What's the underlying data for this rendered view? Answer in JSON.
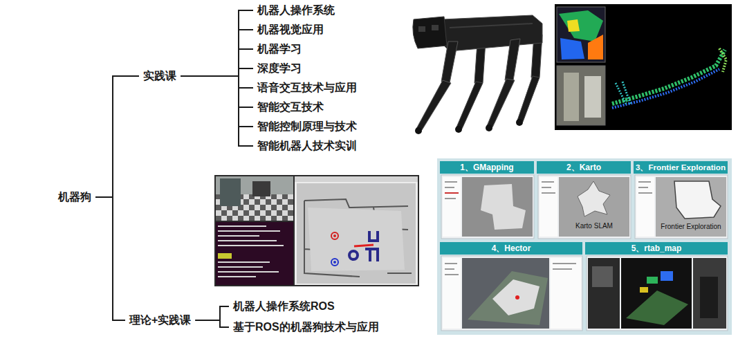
{
  "diagram": {
    "nodes": [
      {
        "text": [
          "机器狗"
        ]
      },
      {
        "text": [
          "实践课"
        ]
      },
      {
        "text": [
          "机器人操作系统"
        ]
      },
      {
        "text": [
          "机器视觉应用"
        ]
      },
      {
        "text": [
          "机器学习"
        ]
      },
      {
        "text": [
          "深度学习"
        ]
      },
      {
        "text": [
          "语音交互技术与应用"
        ]
      },
      {
        "text": [
          "智能交互技术"
        ]
      },
      {
        "text": [
          "智能控制原理与技术"
        ]
      },
      {
        "text": [
          "智能机器人技术实训"
        ]
      },
      {
        "text": [
          "理论+实践课"
        ]
      },
      {
        "text": [
          "机器人操作系统ROS"
        ]
      },
      {
        "text": [
          "基于ROS的机器狗技术与应用"
        ]
      },
      {
        "text": [
          "1、GMapping"
        ]
      },
      {
        "text": [
          "2、Karto"
        ]
      },
      {
        "text": [
          "3、Frontier Exploration"
        ]
      },
      {
        "text": [
          "4、Hector"
        ]
      },
      {
        "text": [
          "5、rtab_map"
        ]
      }
    ],
    "edges": [
      {
        "from": 0,
        "to": 1,
        "arrow": "none"
      },
      {
        "from": 0,
        "to": 10,
        "arrow": "none"
      },
      {
        "from": 1,
        "to": 2,
        "arrow": "none"
      },
      {
        "from": 1,
        "to": 3,
        "arrow": "none"
      },
      {
        "from": 1,
        "to": 4,
        "arrow": "none"
      },
      {
        "from": 1,
        "to": 5,
        "arrow": "none"
      },
      {
        "from": 1,
        "to": 6,
        "arrow": "none"
      },
      {
        "from": 1,
        "to": 7,
        "arrow": "none"
      },
      {
        "from": 1,
        "to": 8,
        "arrow": "none"
      },
      {
        "from": 1,
        "to": 9,
        "arrow": "none"
      },
      {
        "from": 10,
        "to": 11,
        "arrow": "none"
      },
      {
        "from": 10,
        "to": 12,
        "arrow": "none"
      }
    ],
    "labels": [
      "Karto SLAM",
      "Frontier Exploration"
    ]
  }
}
